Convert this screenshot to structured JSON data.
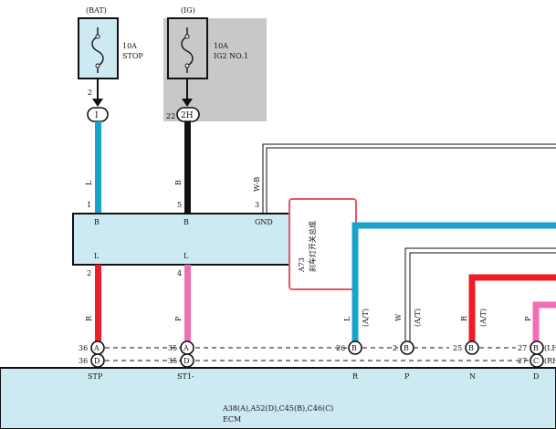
{
  "fuses": {
    "bat": {
      "source": "(BAT)",
      "rating": "10A",
      "name": "STOP",
      "pin": "2",
      "connector": "I"
    },
    "ig": {
      "source": "(IG)",
      "rating": "10A",
      "name": "IG2 NO.1",
      "pin": "22",
      "connector": "2H"
    }
  },
  "wires": {
    "stp_upper_color": "L",
    "st1_upper_color": "B",
    "gnd_color": "W-B",
    "stp_lower_color": "R",
    "st1_lower_color": "P",
    "w3_color": "L",
    "w4_color": "W",
    "w5_color": "R",
    "w6_color": "P"
  },
  "switch": {
    "title": "A73",
    "name": "刹车灯开关总成",
    "top_pins": {
      "b1": "1",
      "b2": "5",
      "gnd": "3"
    },
    "top_labels": {
      "b1": "B",
      "b2": "B",
      "gnd": "GND"
    },
    "bottom_pins": {
      "l1": "2",
      "l2": "4"
    },
    "bottom_labels": {
      "l1": "L",
      "l2": "L"
    }
  },
  "notes": {
    "at": "(A/T)"
  },
  "ecm": {
    "title_line1": "A38(A),A52(D),C45(B),C46(C)",
    "title_line2": "ECM",
    "terminals": {
      "stp": "STP",
      "st1": "ST1-",
      "r": "R",
      "p": "P",
      "n": "N",
      "d": "D"
    },
    "connectors": {
      "stp_top_pin": "36",
      "stp_top": "A",
      "stp_bot_pin": "36",
      "stp_bot": "D",
      "st1_top_pin": "35",
      "st1_top": "A",
      "st1_bot_pin": "35",
      "st1_bot": "D",
      "r_pin": "26",
      "r_con": "B",
      "p_pin": "2",
      "p_con": "B",
      "n_pin": "25",
      "n_con": "B",
      "d_top_pin": "27",
      "d_top": "B",
      "d_top_note": "(LH",
      "d_bot_pin": "27",
      "d_bot": "C",
      "d_bot_note": "(RH"
    }
  },
  "colors": {
    "wire_blue": "#1aa3c9",
    "wire_red": "#ee1c24",
    "wire_pink": "#f06fb2",
    "wire_black": "#111111",
    "box_fill": "#cdeaf2",
    "highlight_border": "#e0576a",
    "shaded": "#c8c8c8"
  }
}
